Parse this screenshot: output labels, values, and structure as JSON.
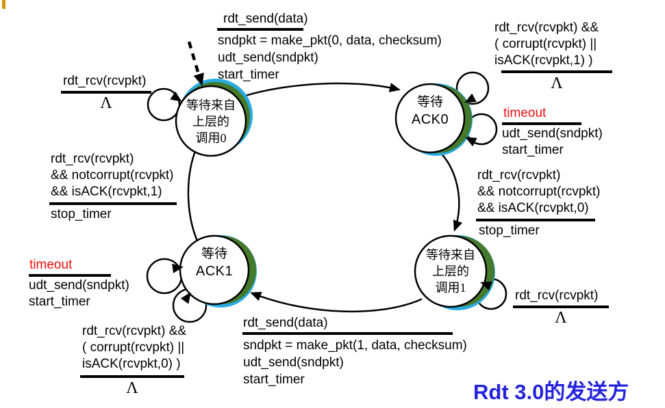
{
  "accent_colors": {
    "timeout_red": "#f20d0d",
    "title_blue": "#2323dd",
    "state_shadow_green": "#45792b",
    "state_shadow_cyan": "#29abe2",
    "corner_tick_gold": "#d4970b"
  },
  "title": {
    "latin": "Rdt 3.0",
    "cjk": "的发送方"
  },
  "states": {
    "wait_call0": {
      "lines": [
        "等待来自",
        "上层的",
        "调用0"
      ]
    },
    "wait_ack0": {
      "cn": "等待",
      "en": "ACK0"
    },
    "wait_ack1": {
      "cn": "等待",
      "en": "ACK1"
    },
    "wait_call1": {
      "lines": [
        "等待来自",
        "上层的",
        "调用1"
      ]
    }
  },
  "transitions": {
    "call0_send": {
      "event": "rdt_send(data)",
      "actions": [
        "sndpkt = make_pkt(0, data, checksum)",
        "udt_send(sndpkt)",
        "start_timer"
      ]
    },
    "call0_selfloop": {
      "event": "rdt_rcv(rcvpkt)",
      "result": "Λ"
    },
    "ack1_to_call0": {
      "event_lines": [
        "rdt_rcv(rcvpkt)",
        "&& notcorrupt(rcvpkt)",
        "&& isACK(rcvpkt,1)"
      ],
      "action": "stop_timer"
    },
    "ack1_timeout": {
      "event": "timeout",
      "actions": [
        "udt_send(sndpkt)",
        "start_timer"
      ]
    },
    "ack1_selfloop": {
      "event_lines": [
        "rdt_rcv(rcvpkt) &&",
        "( corrupt(rcvpkt) ||",
        "isACK(rcvpkt,0) )"
      ],
      "result": "Λ"
    },
    "call1_send": {
      "event": "rdt_send(data)",
      "actions": [
        "sndpkt = make_pkt(1, data, checksum)",
        "udt_send(sndpkt)",
        "start_timer"
      ]
    },
    "ack0_selfloop": {
      "event_lines": [
        "rdt_rcv(rcvpkt) &&",
        "( corrupt(rcvpkt) ||",
        "isACK(rcvpkt,1) )"
      ],
      "result": "Λ"
    },
    "ack0_timeout": {
      "event": "timeout",
      "actions": [
        "udt_send(sndpkt)",
        "start_timer"
      ]
    },
    "ack0_to_call1": {
      "event_lines": [
        "rdt_rcv(rcvpkt)",
        "&& notcorrupt(rcvpkt)",
        "&& isACK(rcvpkt,0)"
      ],
      "action": "stop_timer"
    },
    "call1_selfloop": {
      "event": "rdt_rcv(rcvpkt)",
      "result": "Λ"
    }
  }
}
